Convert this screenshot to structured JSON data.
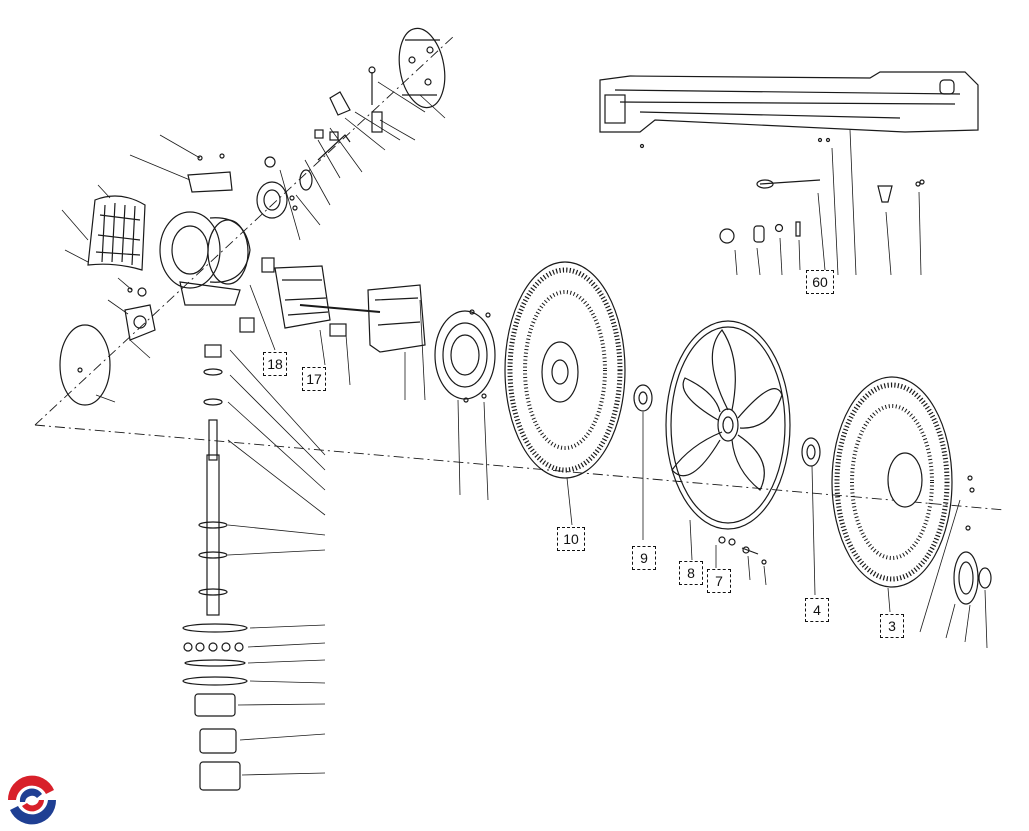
{
  "diagram": {
    "labels": {
      "p18": "18",
      "p17": "17",
      "p10": "10",
      "p9": "9",
      "p8": "8",
      "p7": "7",
      "p4": "4",
      "p3": "3",
      "p60": "60"
    }
  },
  "colors": {
    "line": "#1a1a1a",
    "logo_red": "#d8202a",
    "logo_blue": "#1f3f93"
  },
  "icons": {
    "logo": "brand-swirl-logo"
  }
}
